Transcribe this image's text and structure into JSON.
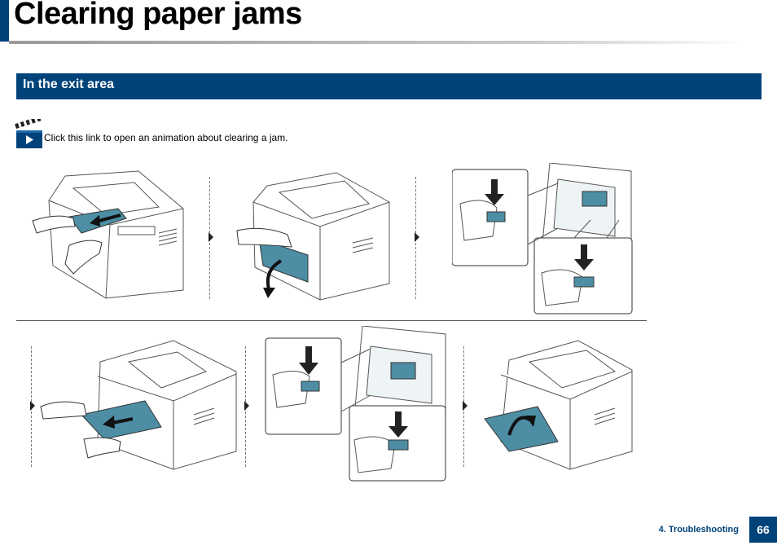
{
  "header": {
    "title": "Clearing paper jams"
  },
  "section": {
    "heading": "In the exit area"
  },
  "animation_link": {
    "text": "Click this link to open an animation about clearing a jam.",
    "icon": "video-clapperboard-icon"
  },
  "footer": {
    "chapter": "4.  Troubleshooting",
    "page": "66"
  },
  "colors": {
    "brand": "#00437a",
    "highlight": "#4d8ea5"
  }
}
